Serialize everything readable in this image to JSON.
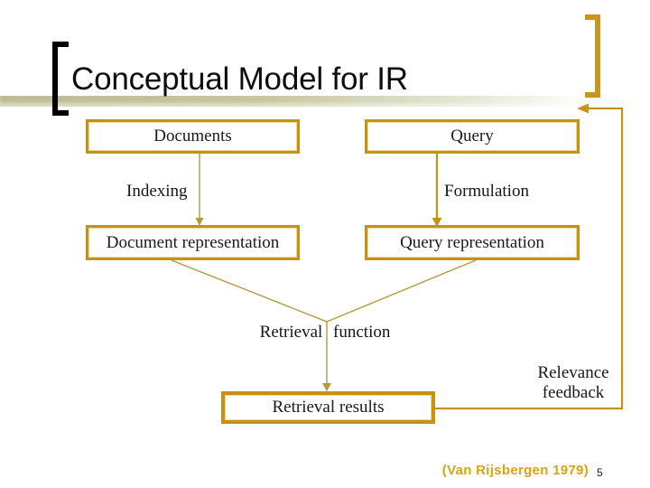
{
  "slide": {
    "title": "Conceptual Model for IR",
    "citation": "(Van Rijsbergen 1979)",
    "page_number": "5"
  },
  "diagram": {
    "documents_box": "Documents",
    "query_box": "Query",
    "indexing_label": "Indexing",
    "formulation_label": "Formulation",
    "document_representation_box": "Document representation",
    "query_representation_box": "Query representation",
    "retrieval_function_label": "Retrieval function",
    "retrieval_results_box": "Retrieval results",
    "relevance_feedback_label": "Relevance feedback"
  },
  "colors": {
    "box_border": "#C69214",
    "connector_thin": "#B29A3A",
    "connector_thick": "#C69214",
    "accent": "#C8951E",
    "citation_color": "#D5A512",
    "bar_tint": "#BDBD95"
  }
}
